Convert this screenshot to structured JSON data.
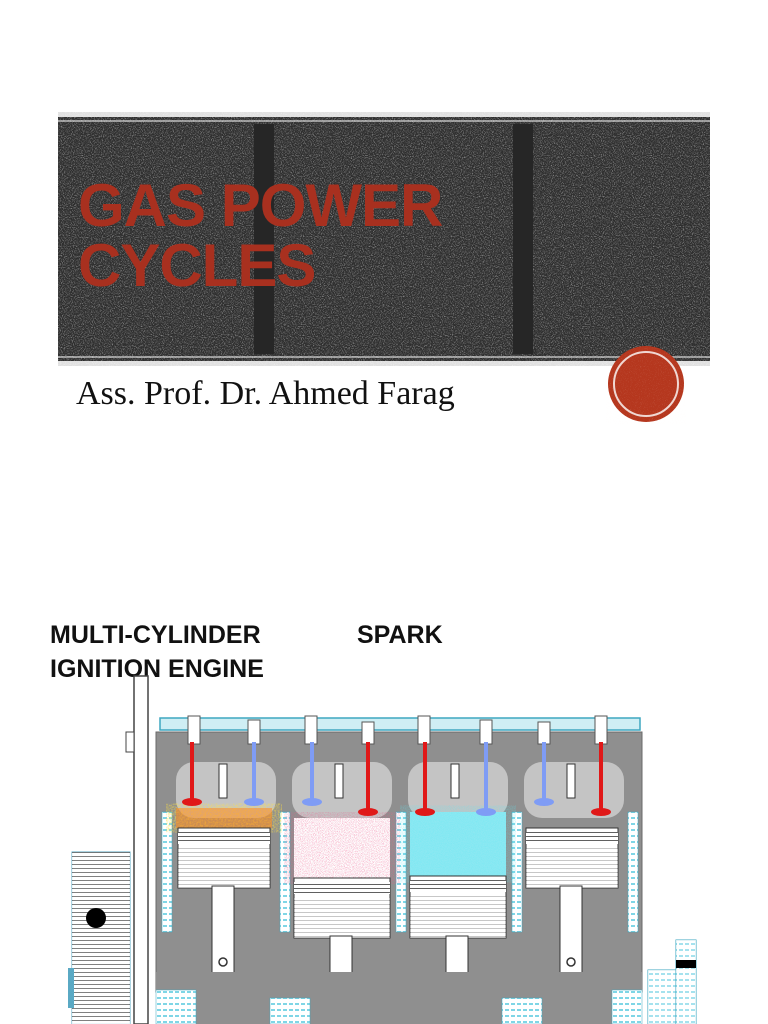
{
  "slide1": {
    "title": "GAS POWER CYCLES",
    "author": "Ass. Prof. Dr. Ahmed Farag"
  },
  "slide2": {
    "title_words": [
      "MULTI-CYLINDER",
      "SPARK",
      "IGNITION ENGINE"
    ]
  },
  "colors": {
    "title_red": "#a8301f",
    "medallion": "#b5371e",
    "exhaust_valve": "#e01818",
    "intake_valve": "#7f9cf5",
    "block_gray": "#8f8f8f",
    "coolant": "#7fd6e6"
  }
}
